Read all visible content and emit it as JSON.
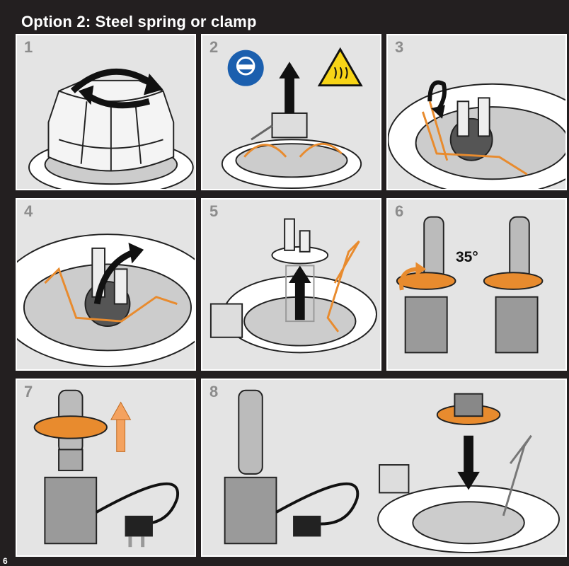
{
  "header": {
    "title": "Option 2: Steel spring or clamp"
  },
  "steps": [
    {
      "number": "1",
      "icons": [
        "rotate-arrow-icon"
      ]
    },
    {
      "number": "2",
      "icons": [
        "eye-protection-icon",
        "hot-surface-warning-icon",
        "up-arrow-icon"
      ]
    },
    {
      "number": "3",
      "icons": [
        "rotate-arrow-icon"
      ]
    },
    {
      "number": "4",
      "icons": [
        "rotate-arrow-icon"
      ]
    },
    {
      "number": "5",
      "icons": [
        "up-arrow-icon"
      ]
    },
    {
      "number": "6",
      "angle": "35°",
      "icons": [
        "rotate-arrow-icon"
      ]
    },
    {
      "number": "7",
      "icons": [
        "up-arrow-icon"
      ]
    },
    {
      "number": "8",
      "icons": [
        "down-arrow-icon"
      ]
    }
  ],
  "colors": {
    "background": "#231f20",
    "panel": "#e4e4e4",
    "accent_orange": "#e88b2e",
    "safety_blue": "#1b5fae",
    "warning_yellow": "#f7d417"
  },
  "footer": {
    "page_number": "6"
  }
}
